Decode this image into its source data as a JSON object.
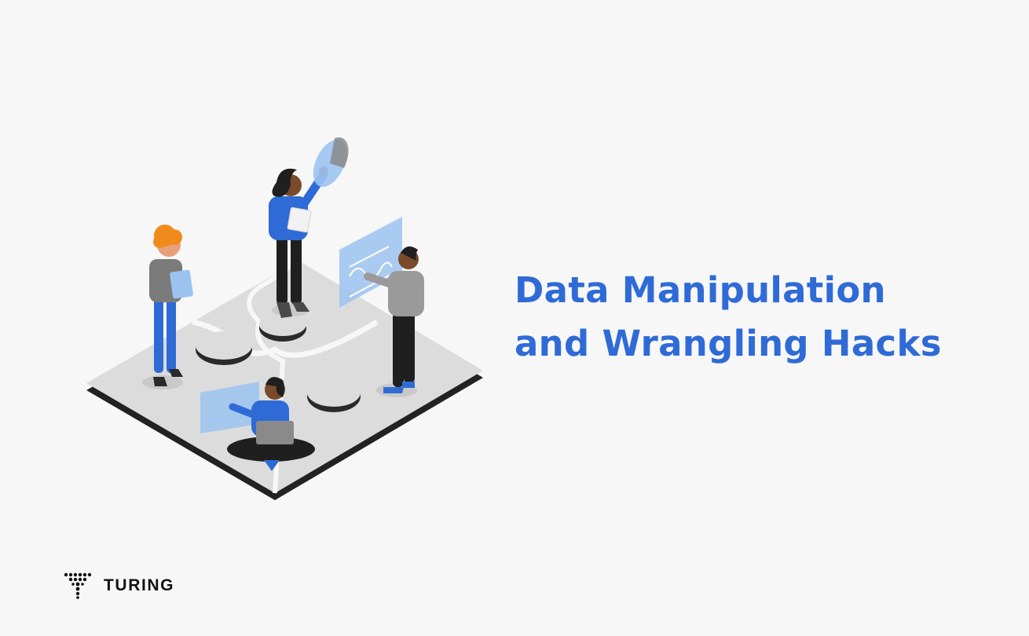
{
  "headline": {
    "line1": "Data Manipulation",
    "line2": "and Wrangling Hacks"
  },
  "brand": {
    "name": "TURING",
    "logo_icon": "turing-logo-icon"
  },
  "illustration": {
    "icon": "team-puzzle-illustration"
  },
  "colors": {
    "background": "#f7f7f8",
    "headline": "#2f6bd6",
    "brand_text": "#111111",
    "accent_blue": "#3a78d8"
  }
}
